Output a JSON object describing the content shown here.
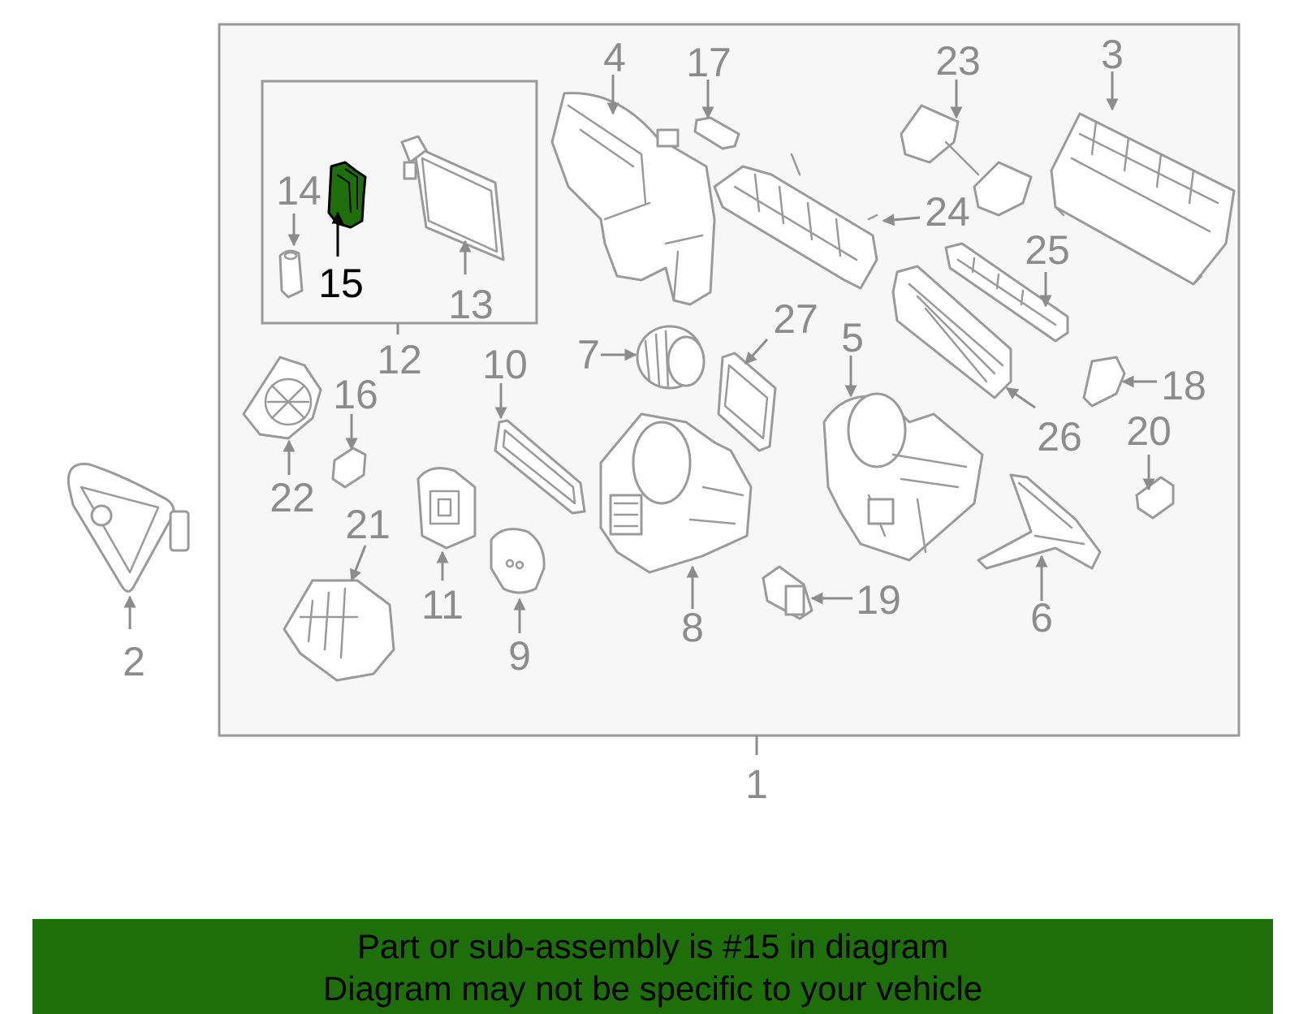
{
  "diagram": {
    "highlight_color": "#1e6e0a",
    "frame_fill": "#f7f7f7",
    "callout_color": "#8c8c8c",
    "highlighted_callout": "15",
    "callouts": [
      "1",
      "2",
      "3",
      "4",
      "5",
      "6",
      "7",
      "8",
      "9",
      "10",
      "11",
      "12",
      "13",
      "14",
      "15",
      "16",
      "17",
      "18",
      "19",
      "20",
      "21",
      "22",
      "23",
      "24",
      "25",
      "26",
      "27"
    ]
  },
  "banner": {
    "background": "#1e6e0a",
    "line1": "Part or sub-assembly is #15 in diagram",
    "line2": "Diagram may not be specific to your vehicle"
  }
}
